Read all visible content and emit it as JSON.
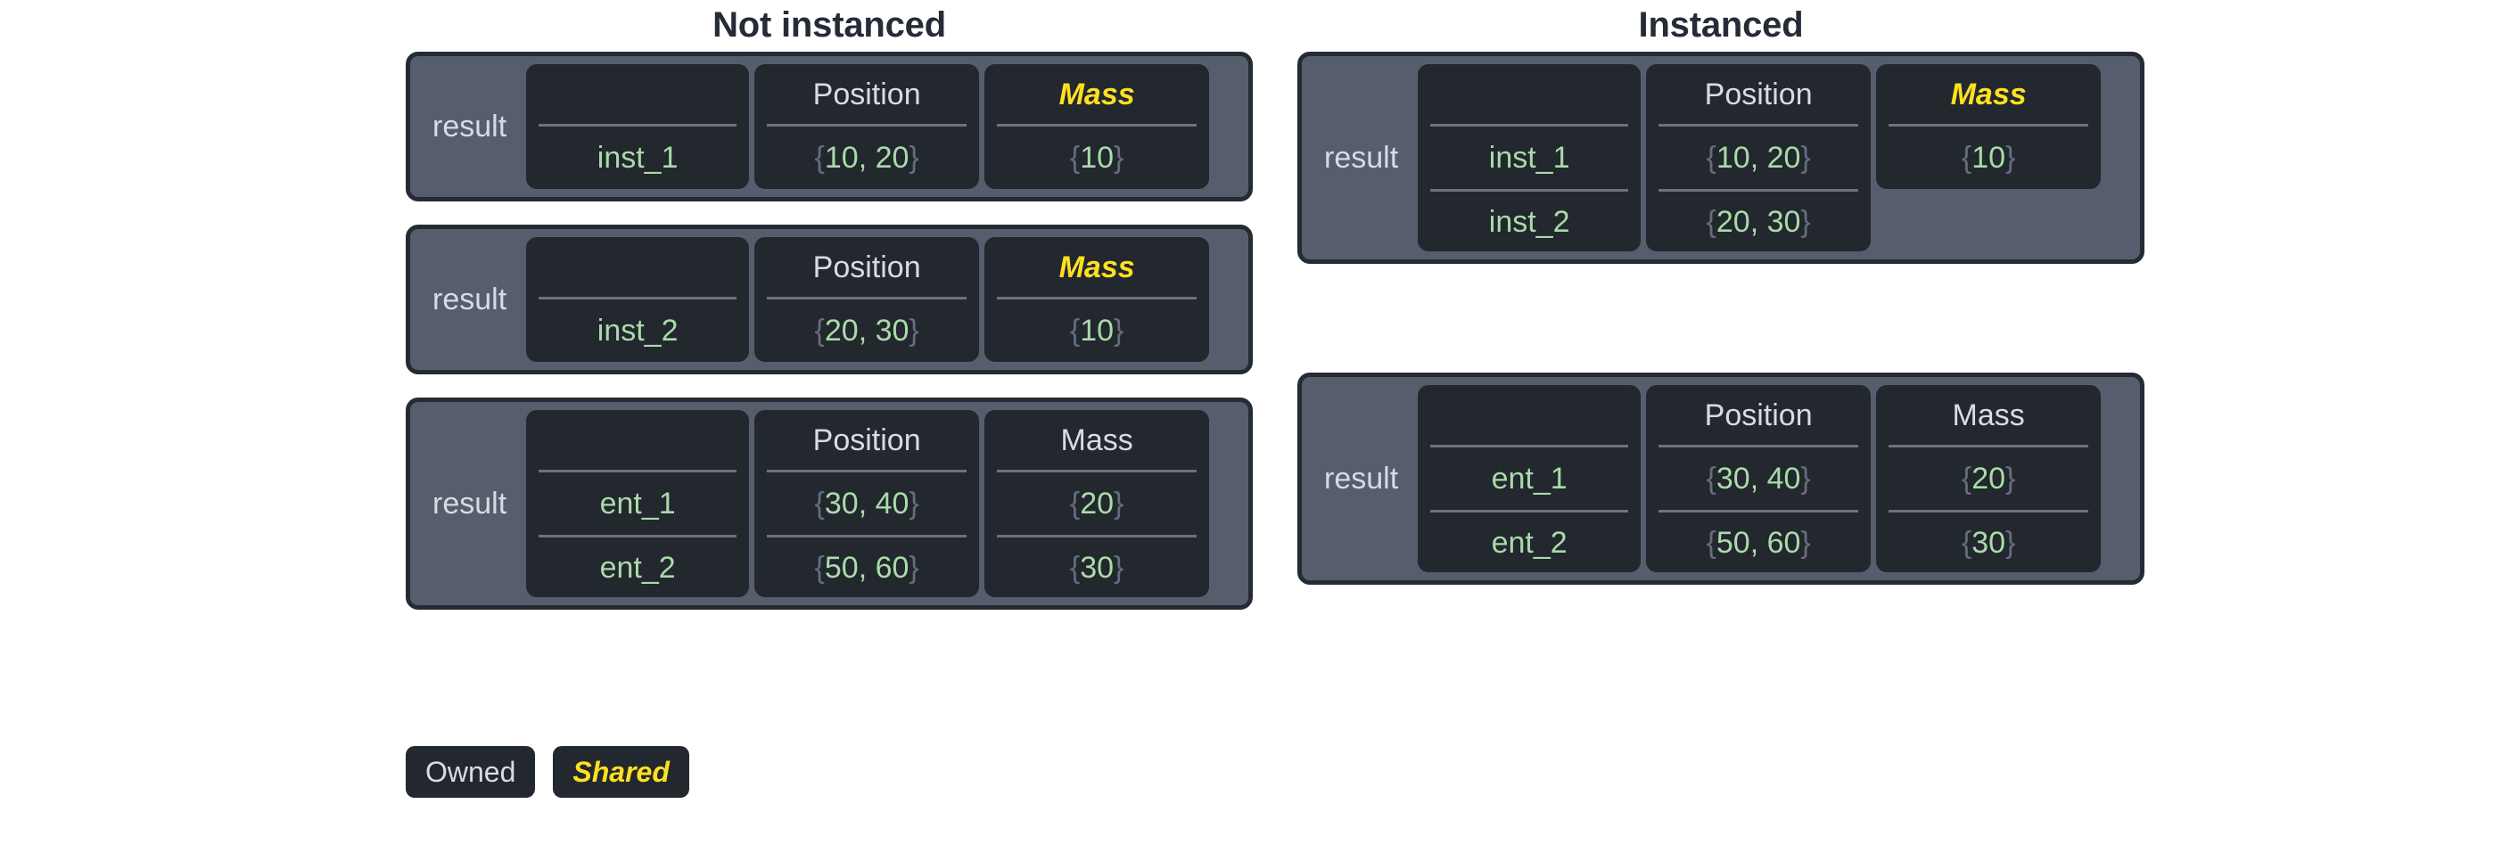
{
  "legend": {
    "owned_label": "Owned",
    "shared_label": "Shared",
    "owned_color": "#d7dbe3",
    "shared_color": "#fde021"
  },
  "theme": {
    "page_background": "#ffffff",
    "title_color": "#262b38",
    "card_background": "#565e6e",
    "card_border": "#252b33",
    "field_background": "#23272e",
    "header_text": "#d7dbe3",
    "value_text": "#a8dba8",
    "brace_text": "#646d7d",
    "divider": "#6b7280"
  },
  "columns": [
    {
      "title": "Not instanced",
      "tables": [
        {
          "owner": "result",
          "headers": {
            "name": "",
            "position": "Position",
            "mass": "Mass"
          },
          "mass_shared": true,
          "mass_rows": 1,
          "rows": [
            {
              "name": "inst_1",
              "position": "{10, 20}",
              "mass": "{10}"
            }
          ]
        },
        {
          "owner": "result",
          "headers": {
            "name": "",
            "position": "Position",
            "mass": "Mass"
          },
          "mass_shared": true,
          "mass_rows": 1,
          "rows": [
            {
              "name": "inst_2",
              "position": "{20, 30}",
              "mass": "{10}"
            }
          ]
        },
        {
          "owner": "result",
          "headers": {
            "name": "",
            "position": "Position",
            "mass": "Mass"
          },
          "mass_shared": false,
          "mass_rows": 2,
          "rows": [
            {
              "name": "ent_1",
              "position": "{30, 40}",
              "mass": "{20}"
            },
            {
              "name": "ent_2",
              "position": "{50, 60}",
              "mass": "{30}"
            }
          ]
        }
      ]
    },
    {
      "title": "Instanced",
      "tables": [
        {
          "owner": "result",
          "headers": {
            "name": "",
            "position": "Position",
            "mass": "Mass"
          },
          "mass_shared": true,
          "mass_rows": 1,
          "rows": [
            {
              "name": "inst_1",
              "position": "{10, 20}",
              "mass": "{10}"
            },
            {
              "name": "inst_2",
              "position": "{20, 30}",
              "mass": null
            }
          ]
        },
        {
          "owner": "result",
          "headers": {
            "name": "",
            "position": "Position",
            "mass": "Mass"
          },
          "mass_shared": false,
          "mass_rows": 2,
          "rows": [
            {
              "name": "ent_1",
              "position": "{30, 40}",
              "mass": "{20}"
            },
            {
              "name": "ent_2",
              "position": "{50, 60}",
              "mass": "{30}"
            }
          ]
        }
      ]
    }
  ]
}
